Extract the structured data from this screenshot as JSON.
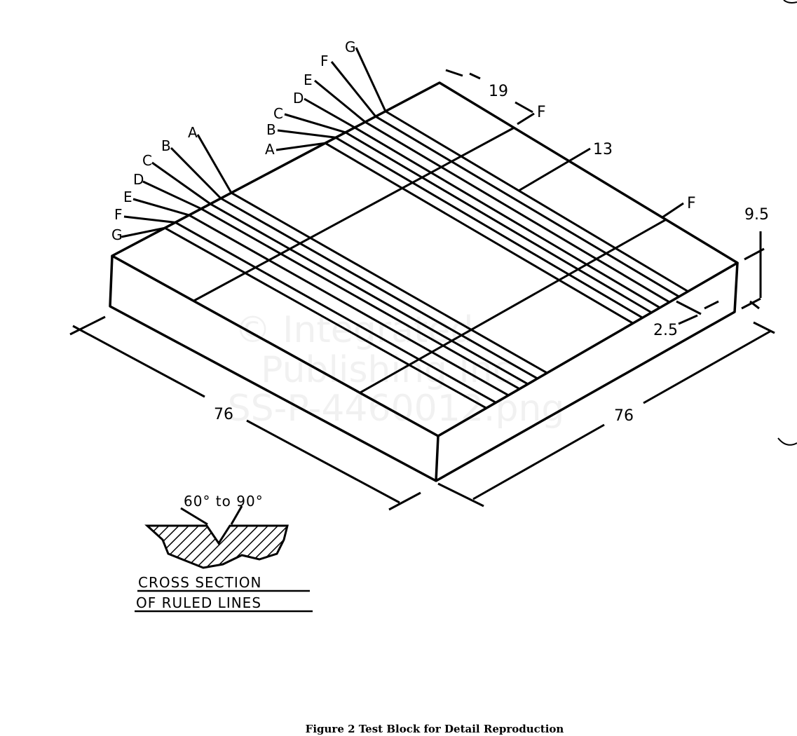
{
  "figure": {
    "caption": "Figure 2   Test Block for Detail Reproduction",
    "line_labels": [
      "A",
      "B",
      "C",
      "D",
      "E",
      "F",
      "G"
    ],
    "left_bundle_u": [
      0.364,
      0.332,
      0.3,
      0.272,
      0.235,
      0.193,
      0.161
    ],
    "right_bundle_u": [
      0.651,
      0.683,
      0.713,
      0.741,
      0.773,
      0.805,
      0.835
    ],
    "grid_v": [
      0.25,
      0.76
    ],
    "dimensions": {
      "length_left": "76",
      "length_right": "76",
      "top_offset": "19",
      "spacing": "13",
      "edge_offset": "2.5",
      "thickness": "9.5",
      "marker_top": "F",
      "marker_right": "F"
    },
    "inset": {
      "angle": "60° to 90°",
      "title_line1": "CROSS SECTION",
      "title_line2": "OF RULED LINES"
    },
    "watermark": [
      "© Integrated",
      "Publishing Inc.",
      "SS-P-4460012.png"
    ]
  }
}
